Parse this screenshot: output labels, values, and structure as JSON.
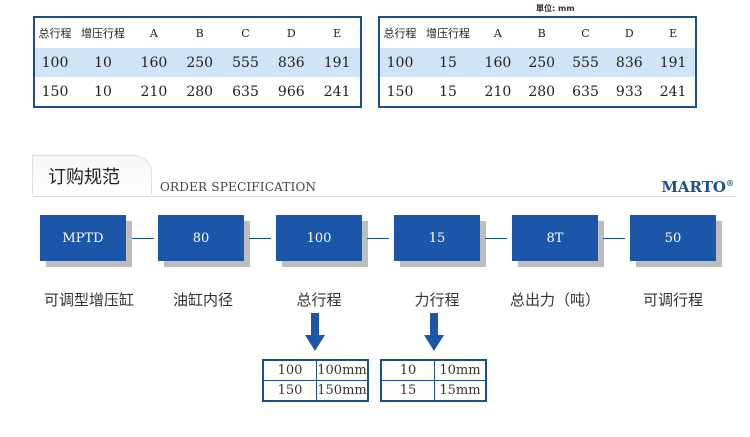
{
  "unit_label": "單位: mm",
  "table_left": {
    "headers": [
      "总行程",
      "增压行程",
      "A",
      "B",
      "C",
      "D",
      "E"
    ],
    "rows": [
      [
        "100",
        "10",
        "160",
        "250",
        "555",
        "836",
        "191"
      ],
      [
        "150",
        "10",
        "210",
        "280",
        "635",
        "966",
        "241"
      ]
    ]
  },
  "table_right": {
    "headers": [
      "总行程",
      "增压行程",
      "A",
      "B",
      "C",
      "D",
      "E"
    ],
    "rows": [
      [
        "100",
        "15",
        "160",
        "250",
        "555",
        "836",
        "191"
      ],
      [
        "150",
        "15",
        "210",
        "280",
        "635",
        "933",
        "241"
      ]
    ]
  },
  "order": {
    "title_cn": "订购规范",
    "title_en": "ORDER SPECIFICATION",
    "brand": "MARTO",
    "brand_mark": "®",
    "boxes": [
      "MPTD",
      "80",
      "100",
      "15",
      "8T",
      "50"
    ],
    "labels": [
      "可调型增压缸",
      "油缸内径",
      "总行程",
      "力行程",
      "总出力（吨）",
      "可调行程"
    ]
  },
  "mini_stroke": [
    [
      "100",
      "100mm"
    ],
    [
      "150",
      "150mm"
    ]
  ],
  "mini_force": [
    [
      "10",
      "10mm"
    ],
    [
      "15",
      "15mm"
    ]
  ],
  "colors": {
    "primary": "#1b56a8",
    "border": "#1a4e8e",
    "row_highlight": "#cfe4f6"
  }
}
